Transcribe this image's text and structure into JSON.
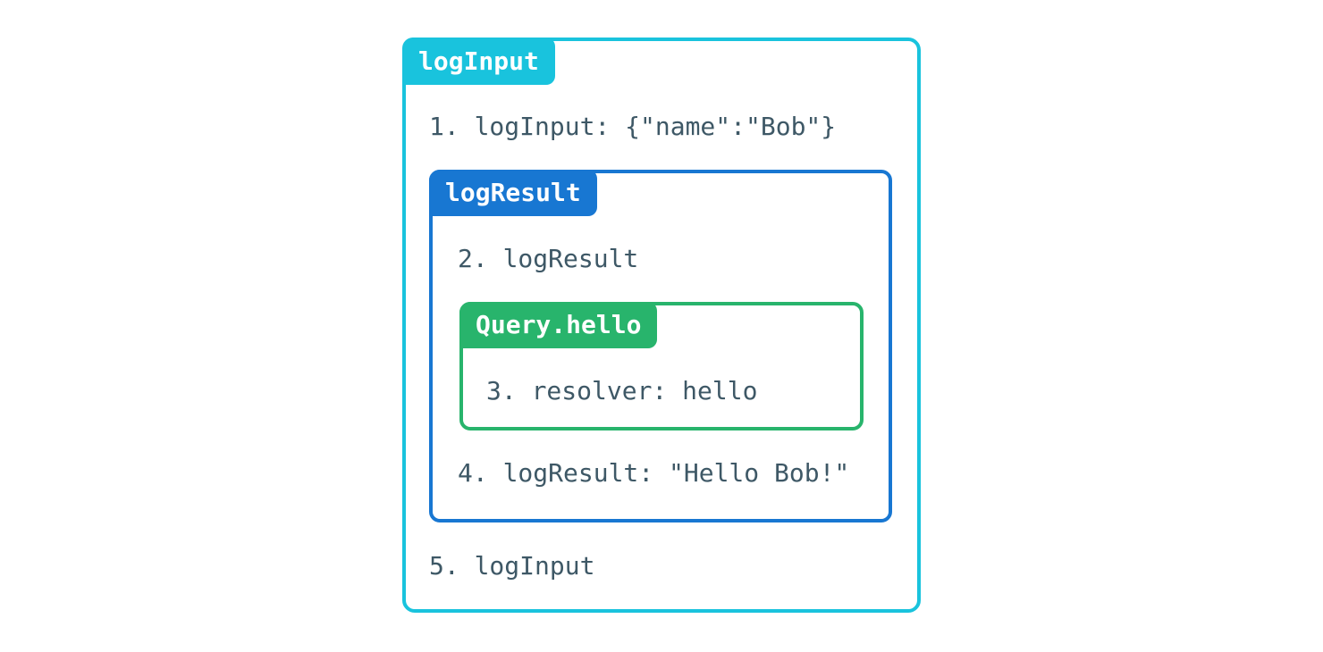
{
  "diagram": {
    "title": "nested plugin lifecycle diagram",
    "colors": {
      "outer_accent": "#19c3dd",
      "middle_accent": "#1877d2",
      "inner_accent": "#28b46c",
      "step_text": "#3e5866",
      "label_text": "#ffffff",
      "background": "#ffffff"
    },
    "outer": {
      "label": "logInput",
      "step_enter": "1. logInput: {\"name\":\"Bob\"}",
      "step_exit": "5. logInput"
    },
    "middle": {
      "label": "logResult",
      "step_enter": "2. logResult",
      "step_exit": "4. logResult: \"Hello Bob!\""
    },
    "inner": {
      "label": "Query.hello",
      "step_enter": "3. resolver: hello"
    }
  }
}
